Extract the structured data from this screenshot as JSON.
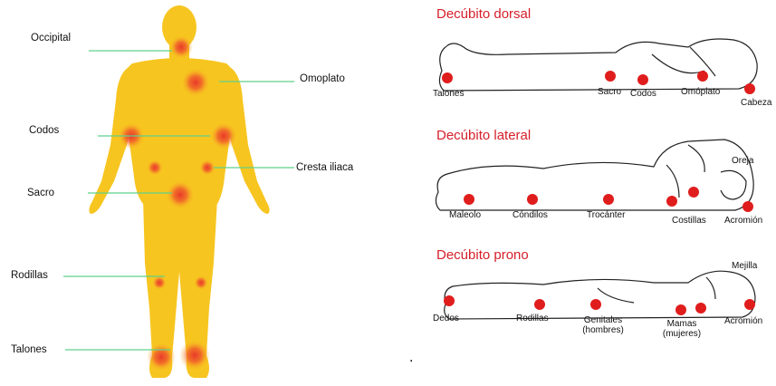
{
  "left_figure": {
    "labels": [
      "Occipital",
      "Omoplato",
      "Codos",
      "Cresta iliaca",
      "Sacro",
      "Rodillas",
      "Talones"
    ]
  },
  "right_figure": {
    "positions": [
      {
        "title": "Decúbito dorsal",
        "points": [
          "Talones",
          "Sacro",
          "Codos",
          "Omóplato",
          "Cabeza"
        ]
      },
      {
        "title": "Decúbito lateral",
        "points": [
          "Maleolo",
          "Cóndilos",
          "Trocánter",
          "Costillas",
          "Acromión",
          "Oreja"
        ]
      },
      {
        "title": "Decúbito prono",
        "points": [
          "Dedos",
          "Rodillas",
          "Genitales",
          "(hombres)",
          "Mamas",
          "(mujeres)",
          "Acromión",
          "Mejilla"
        ]
      }
    ]
  },
  "trailing_mark": ".",
  "colors": {
    "body": "#f7c520",
    "pressure_point": "#e01d1d",
    "title": "#d6202a",
    "leader_line": "#5fd08a"
  }
}
